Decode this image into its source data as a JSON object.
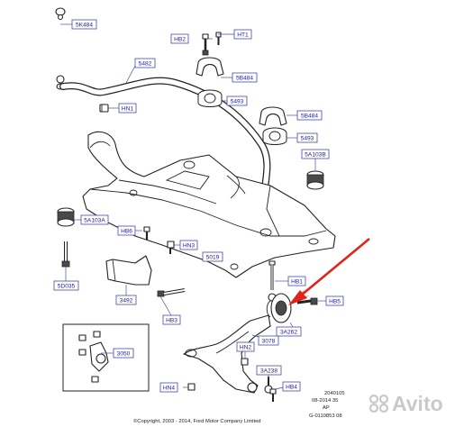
{
  "labels": {
    "l5k484": "5K484",
    "hb2": "HB2",
    "ht1": "HT1",
    "l5482": "5482",
    "l5b484a": "5B484",
    "l5493a": "5493",
    "hn1": "HN1",
    "l5b484b": "5B484",
    "l5493b": "5493",
    "l5a103b": "5A103B",
    "l5a103a": "5A103A",
    "hb6": "HB6",
    "hn3": "HN3",
    "l5019": "5019",
    "l5d035": "5D035",
    "l3492": "3492",
    "hb1": "HB1",
    "hb5": "HB5",
    "hb3": "HB3",
    "l3a262": "3A262",
    "l3078": "3078",
    "l3050": "3050",
    "hn2": "HN2",
    "l3a238": "3A238",
    "hn4": "HN4",
    "hb4": "HB4"
  },
  "footer": {
    "code1": "2040105",
    "code2": "08-2014 35",
    "code3": "AP",
    "code4": "G-0110853 08",
    "copyright": "©Copyright, 2003 - 2014, Ford Motor Company Limited"
  },
  "watermark": {
    "text": "Avito"
  },
  "colors": {
    "callout_arrow": "#e0241b",
    "label_text": "#1a1aa0",
    "label_border": "#4a4aa8"
  }
}
